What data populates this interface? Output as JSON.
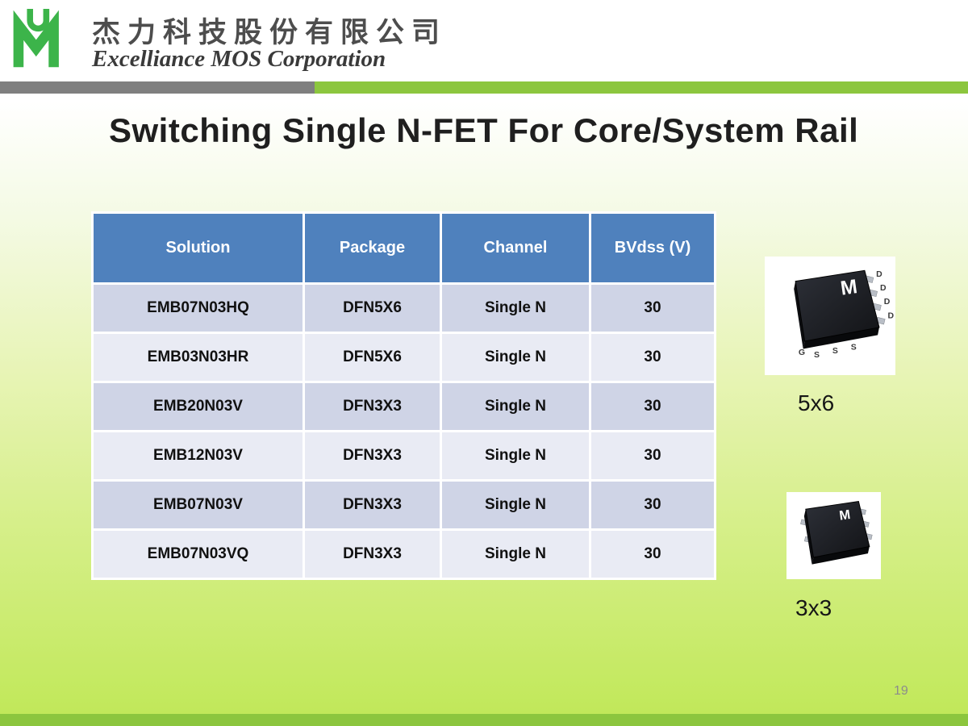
{
  "slide": {
    "number": "19",
    "title": "Switching Single N-FET For Core/System Rail"
  },
  "header": {
    "company_zh": "杰力科技股份有限公司",
    "company_en": "Excelliance MOS Corporation"
  },
  "table": {
    "columns": [
      "Solution",
      "Package",
      "Channel",
      "BVdss (V)"
    ],
    "rows": [
      [
        "EMB07N03HQ",
        "DFN5X6",
        "Single N",
        "30"
      ],
      [
        "EMB03N03HR",
        "DFN5X6",
        "Single N",
        "30"
      ],
      [
        "EMB20N03V",
        "DFN3X3",
        "Single N",
        "30"
      ],
      [
        "EMB12N03V",
        "DFN3X3",
        "Single N",
        "30"
      ],
      [
        "EMB07N03V",
        "DFN3X3",
        "Single N",
        "30"
      ],
      [
        "EMB07N03VQ",
        "DFN3X3",
        "Single N",
        "30"
      ]
    ]
  },
  "packages": [
    {
      "label": "5x6",
      "chip_logo": "M",
      "drain_pins": [
        "D",
        "D",
        "D",
        "D"
      ],
      "source_pins": [
        "S",
        "S",
        "S"
      ],
      "gate_pin": "G"
    },
    {
      "label": "3x3",
      "chip_logo": "M"
    }
  ],
  "colors": {
    "accent_green": "#8cc63e",
    "stripe_gray": "#7f7f7f",
    "table_header_blue": "#4f81bd",
    "row_dark": "#cfd4e6",
    "row_light": "#e9ebf4"
  }
}
